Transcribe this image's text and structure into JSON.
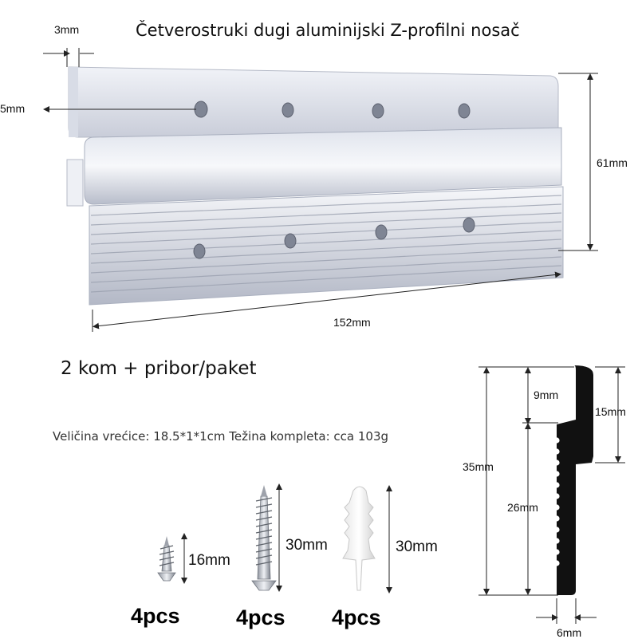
{
  "title": "Četverostruki dugi aluminijski Z-profilni nosač",
  "bracket_dims": {
    "thickness": "3mm",
    "hole": "5mm",
    "height": "61mm",
    "length": "152mm"
  },
  "bundle_text": "2 kom + pribor/paket",
  "bag_text": "Veličina vrećice: 18.5*1*1cm Težina kompleta: cca 103g",
  "hardware": [
    {
      "name": "short-screw",
      "size": "16mm",
      "qty": "4pcs"
    },
    {
      "name": "long-screw",
      "size": "30mm",
      "qty": "4pcs"
    },
    {
      "name": "wall-anchor",
      "size": "30mm",
      "qty": "4pcs"
    }
  ],
  "profile_dims": {
    "total": "35mm",
    "top": "9mm",
    "right": "15mm",
    "lower": "26mm",
    "width": "6mm"
  },
  "colors": {
    "aluminum_light": "#e9ecf3",
    "aluminum_mid": "#c4c9d6",
    "aluminum_dark": "#8d93a3",
    "profile": "#111111"
  }
}
